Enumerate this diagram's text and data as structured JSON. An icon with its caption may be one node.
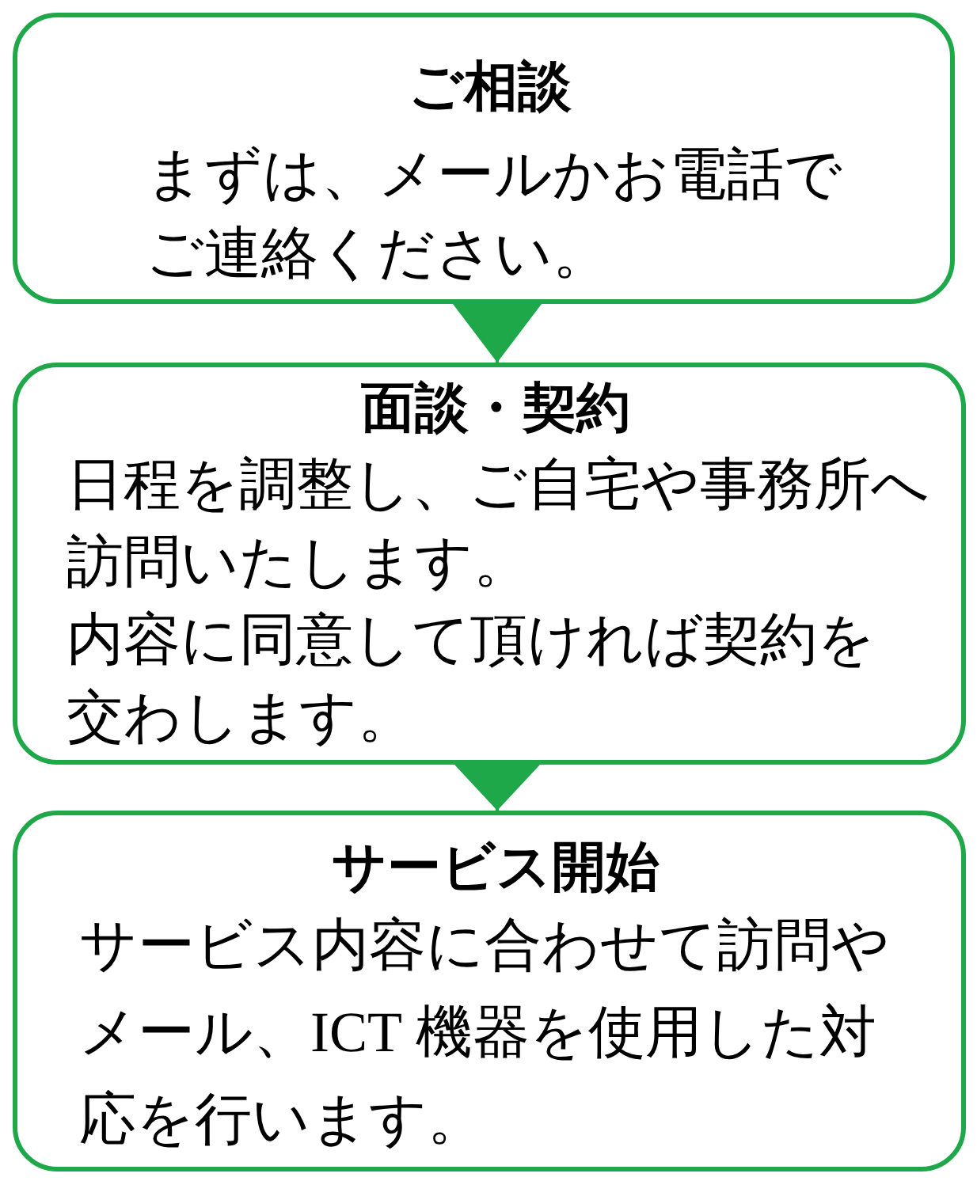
{
  "diagram": {
    "nodes": [
      {
        "text": [
          "ご相談",
          "まずは、メールかお電話でご連絡ください。"
        ]
      },
      {
        "text": [
          "面談・契約",
          "日程を調整し、ご自宅や事務所へ訪問いたします。",
          "内容に同意して頂ければ契約を交わします。"
        ]
      },
      {
        "text": [
          "サービス開始",
          "サービス内容に合わせて訪問やメール、ICT 機器を使用した対応を行います。"
        ]
      }
    ],
    "edges": [
      {
        "from": 0,
        "to": 1,
        "arrow": "to"
      },
      {
        "from": 1,
        "to": 2,
        "arrow": "to"
      }
    ]
  }
}
